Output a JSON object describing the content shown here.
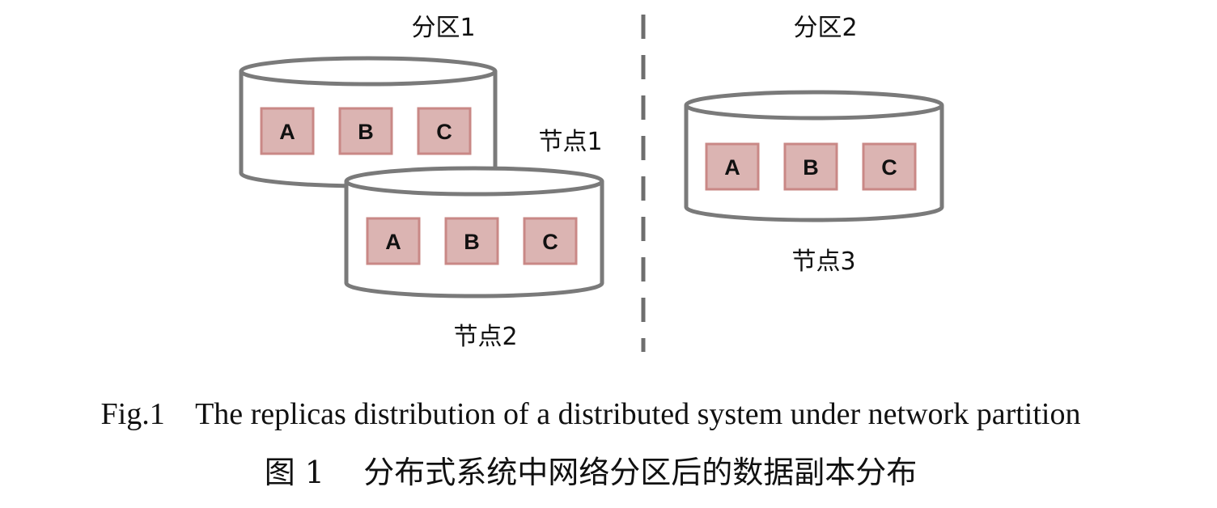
{
  "diagram": {
    "partitions": [
      {
        "label": "分区1"
      },
      {
        "label": "分区2"
      }
    ],
    "nodes": [
      {
        "label": "节点1",
        "partition": "分区1",
        "replicas": [
          "A",
          "B",
          "C"
        ]
      },
      {
        "label": "节点2",
        "partition": "分区1",
        "replicas": [
          "A",
          "B",
          "C"
        ]
      },
      {
        "label": "节点3",
        "partition": "分区2",
        "replicas": [
          "A",
          "B",
          "C"
        ]
      }
    ]
  },
  "caption": {
    "en_number": "Fig.1",
    "en_text": "The replicas distribution of a distributed system under network partition",
    "zh_number": "图 1",
    "zh_text": "分布式系统中网络分区后的数据副本分布"
  },
  "colors": {
    "cylinder_stroke": "#7a7a7a",
    "replica_fill": "#dbb4b2",
    "replica_stroke": "#c98886",
    "divider": "#6e6e6e"
  }
}
